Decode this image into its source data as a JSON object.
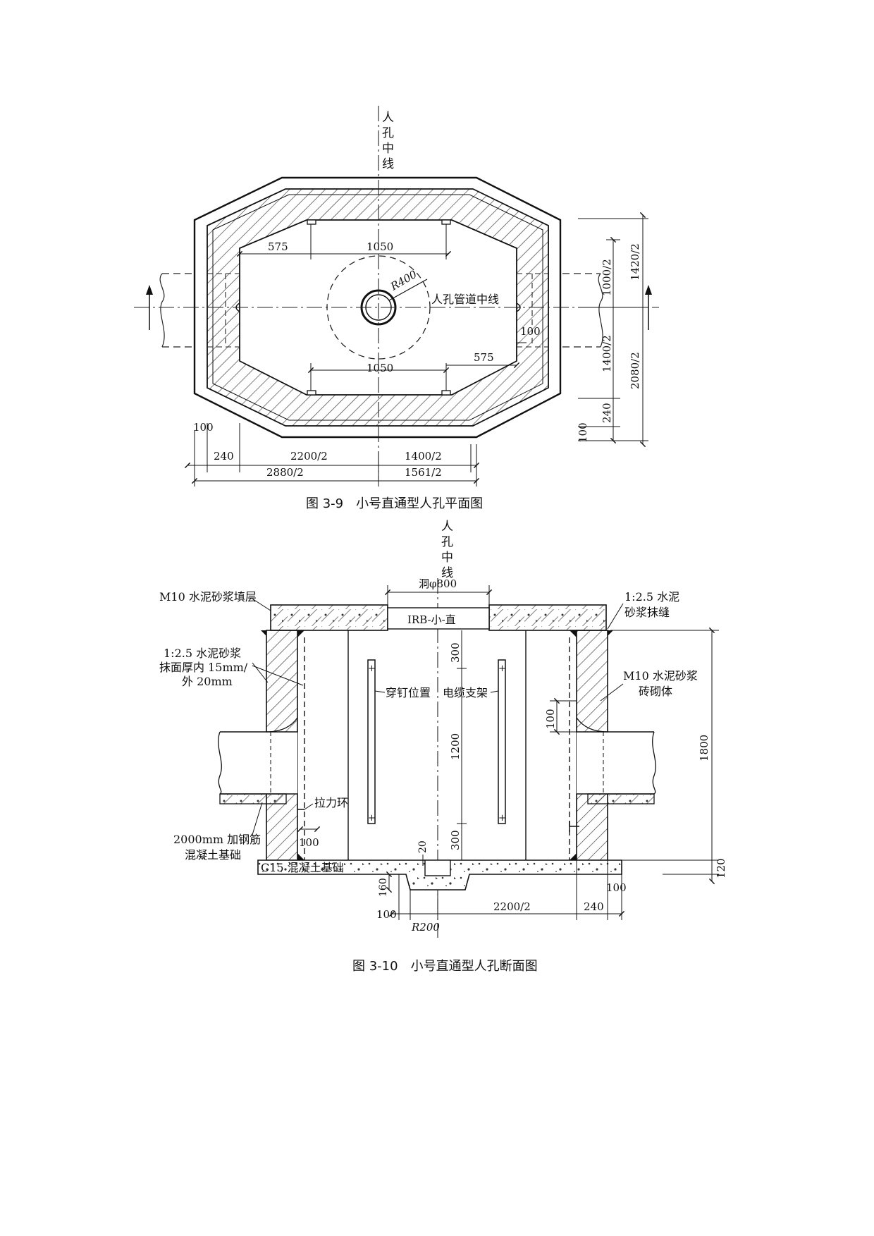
{
  "plan": {
    "caption": "图 3-9　小号直通型人孔平面图",
    "center_line_chars": [
      "人",
      "孔",
      "中",
      "线"
    ],
    "pipe_center_label": "人孔管道中线",
    "radius_label": "R400",
    "dims": {
      "top_left_575": "575",
      "top_1050": "1050",
      "bottom_1050": "1050",
      "bottom_right_575": "575",
      "right_100": "100",
      "r_1000_2": "1000/2",
      "r_1420_2": "1420/2",
      "r_1400_2": "1400/2",
      "r_2080_2": "2080/2",
      "r_240": "240",
      "r_100": "100",
      "b_100": "100",
      "b_240": "240",
      "b_2200_2": "2200/2",
      "b_1400_2": "1400/2",
      "b_2880_2": "2880/2",
      "b_1561_2": "1561/2"
    }
  },
  "section": {
    "caption": "图 3-10　小号直通型人孔断面图",
    "center_line_chars": [
      "人",
      "孔",
      "中",
      "线"
    ],
    "opening_label": "洞φ800",
    "cover_label": "IRB-小-直",
    "labels": {
      "m10_fill": "M10 水泥砂浆填层",
      "mortar_joint_1": "1:2.5 水泥",
      "mortar_joint_2": "砂浆抹缝",
      "plaster_1": "1:2.5 水泥砂浆",
      "plaster_2": "抹面厚内 15mm/",
      "plaster_3": "外 20mm",
      "masonry_1": "M10 水泥砂浆",
      "masonry_2": "砖砌体",
      "nail": "穿钉位置",
      "bracket": "电缆支架",
      "pull_ring": "拉力环",
      "rebar_1": "2000mm 加钢筋",
      "rebar_2": "混凝土基础",
      "c15": "C15 混凝土基础"
    },
    "dims": {
      "v_300_top": "300",
      "v_1200": "1200",
      "v_300_bottom": "300",
      "v_100": "100",
      "v_1800": "1800",
      "v_120": "120",
      "v_20": "20",
      "v_160": "160",
      "h_100_ring": "100",
      "b_100_left": "100",
      "b_r200": "R200",
      "b_2200_2": "2200/2",
      "b_240": "240",
      "b_100_right": "100"
    }
  }
}
